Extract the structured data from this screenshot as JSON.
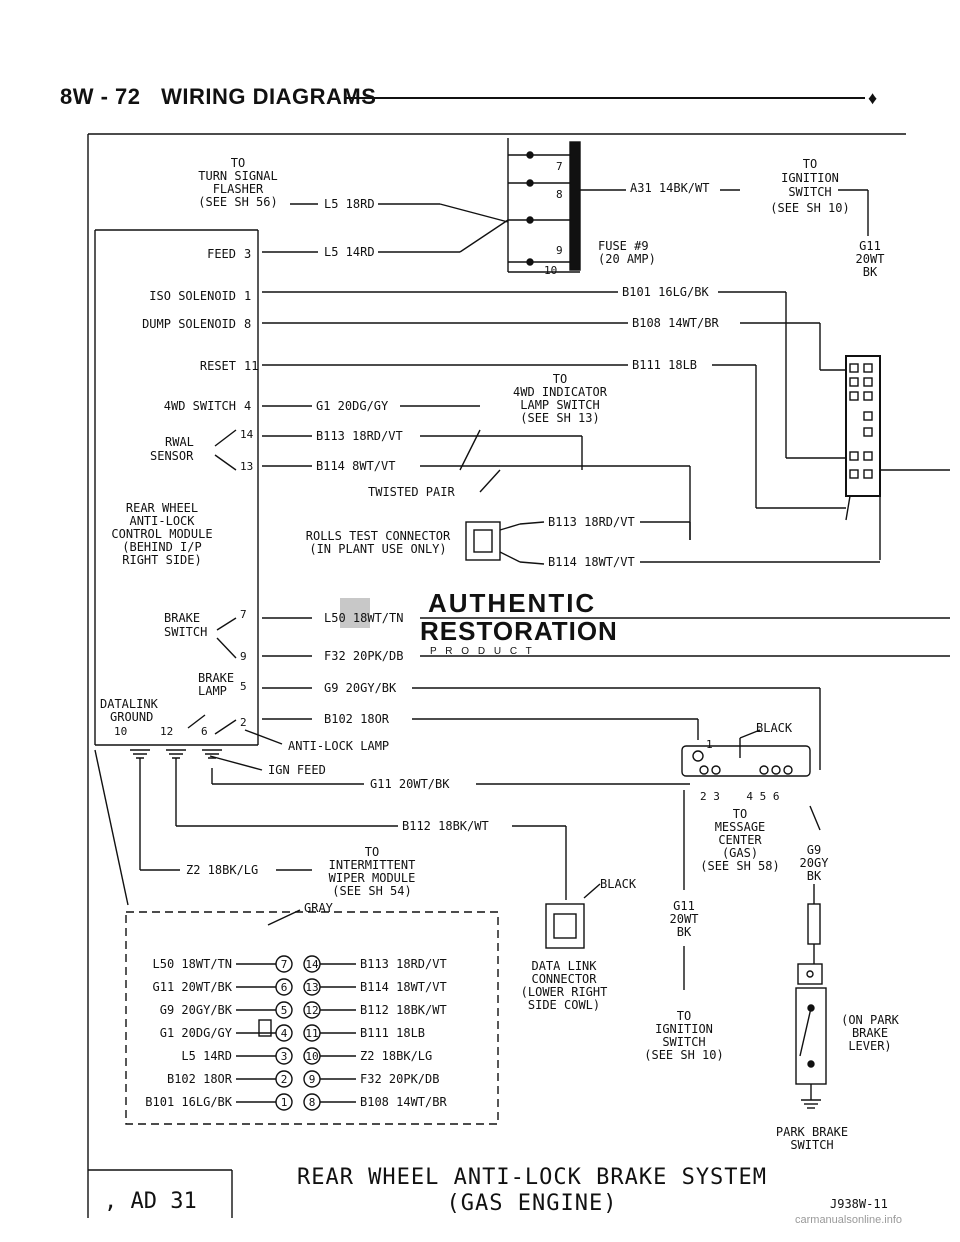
{
  "header": {
    "page": "8W - 72",
    "section": "WIRING DIAGRAMS",
    "bullet": "♦"
  },
  "module": {
    "pins": [
      {
        "label": "FEED",
        "pin": "3"
      },
      {
        "label": "ISO SOLENOID",
        "pin": "1"
      },
      {
        "label": "DUMP SOLENOID",
        "pin": "8"
      },
      {
        "label": "RESET",
        "pin": "11"
      },
      {
        "label": "4WD SWITCH",
        "pin": "4"
      }
    ],
    "rwal_sensor": [
      "RWAL",
      "SENSOR"
    ],
    "rwal_pins": [
      "14",
      "13"
    ],
    "name": [
      "REAR WHEEL",
      "ANTI-LOCK",
      "CONTROL MODULE",
      "(BEHIND I/P",
      "RIGHT SIDE)"
    ],
    "brake_switch": [
      "BRAKE",
      "SWITCH"
    ],
    "brake_switch_pins": [
      "7",
      "9"
    ],
    "brake_lamp": [
      "BRAKE",
      "LAMP"
    ],
    "brake_lamp_pin": "5",
    "datalink": [
      "DATALINK",
      "GROUND"
    ],
    "datalink_pins": [
      "10",
      "12",
      "6",
      "2"
    ]
  },
  "wires": {
    "turn_flasher_note": [
      "TO",
      "TURN SIGNAL",
      "FLASHER",
      "(SEE SH 56)"
    ],
    "l5_18rd": "L5 18RD",
    "l5_14rd": "L5 14RD",
    "a31": "A31 14BK/WT",
    "ignition_note": [
      "TO",
      "IGNITION",
      "SWITCH",
      "(SEE SH 10)"
    ],
    "fuse": [
      "FUSE #9",
      "(20 AMP)"
    ],
    "fuse_pins": [
      "7",
      "8",
      "9",
      "10"
    ],
    "g11_right": [
      "G11",
      "20WT",
      "BK"
    ],
    "b101": "B101 16LG/BK",
    "b108": "B108 14WT/BR",
    "b111": "B111 18LB",
    "indicator_note": [
      "TO",
      "4WD INDICATOR",
      "LAMP SWITCH",
      "(SEE SH 13)"
    ],
    "g1": "G1 20DG/GY",
    "b113": "B113 18RD/VT",
    "b114": "B114 8WT/VT",
    "twisted": "TWISTED PAIR",
    "rolls": [
      "ROLLS TEST CONNECTOR",
      "(IN PLANT USE ONLY)"
    ],
    "b113_right": "B113 18RD/VT",
    "b114_right": "B114 18WT/VT",
    "l50": "L50 18WT/TN",
    "f32": "F32 20PK/DB",
    "g9": "G9 20GY/BK",
    "b102": "B102 18OR",
    "antilock_lamp": "ANTI-LOCK LAMP",
    "ign_feed": "IGN FEED",
    "g11": "G11 20WT/BK",
    "b112": "B112 18BK/WT",
    "z2": "Z2 18BK/LG",
    "wiper_note": [
      "TO",
      "INTERMITTENT",
      "WIPER MODULE",
      "(SEE SH 54)"
    ]
  },
  "message_center": {
    "black": "BLACK",
    "pin1": "1",
    "pins_bottom": "2 3    4 5 6",
    "note": [
      "TO",
      "MESSAGE",
      "CENTER",
      "(GAS)",
      "(SEE SH 58)"
    ],
    "g9_right": [
      "G9",
      "20GY",
      "BK"
    ],
    "g11_bottom": [
      "G11",
      "20WT",
      "BK"
    ],
    "ignition_note": [
      "TO",
      "IGNITION",
      "SWITCH",
      "(SEE SH 10)"
    ]
  },
  "data_link": {
    "black": "BLACK",
    "label": [
      "DATA LINK",
      "CONNECTOR",
      "(LOWER RIGHT",
      "SIDE COWL)"
    ]
  },
  "gray_connector": {
    "color": "GRAY",
    "left": [
      {
        "wire": "L50 18WT/TN",
        "pin": "7"
      },
      {
        "wire": "G11 20WT/BK",
        "pin": "6"
      },
      {
        "wire": "G9 20GY/BK",
        "pin": "5"
      },
      {
        "wire": "G1 20DG/GY",
        "pin": "4"
      },
      {
        "wire": "L5 14RD",
        "pin": "3"
      },
      {
        "wire": "B102 18OR",
        "pin": "2"
      },
      {
        "wire": "B101 16LG/BK",
        "pin": "1"
      }
    ],
    "right": [
      {
        "pin": "14",
        "wire": "B113 18RD/VT"
      },
      {
        "pin": "13",
        "wire": "B114 18WT/VT"
      },
      {
        "pin": "12",
        "wire": "B112 18BK/WT"
      },
      {
        "pin": "11",
        "wire": "B111 18LB"
      },
      {
        "pin": "10",
        "wire": "Z2 18BK/LG"
      },
      {
        "pin": "9",
        "wire": "F32 20PK/DB"
      },
      {
        "pin": "8",
        "wire": "B108 14WT/BR"
      }
    ]
  },
  "park_brake": {
    "note": [
      "(ON PARK",
      "BRAKE",
      "LEVER)"
    ],
    "label": [
      "PARK BRAKE",
      "SWITCH"
    ]
  },
  "watermark": {
    "line1": "AUTHENTIC",
    "line2": "RESTORATION",
    "line3": "P R O D U C T"
  },
  "footer": {
    "title": "REAR WHEEL ANTI-LOCK BRAKE SYSTEM",
    "subtitle": "(GAS ENGINE)",
    "code": "J938W-11",
    "corner": ", AD 31",
    "credit": "carmanualsonline.info"
  }
}
